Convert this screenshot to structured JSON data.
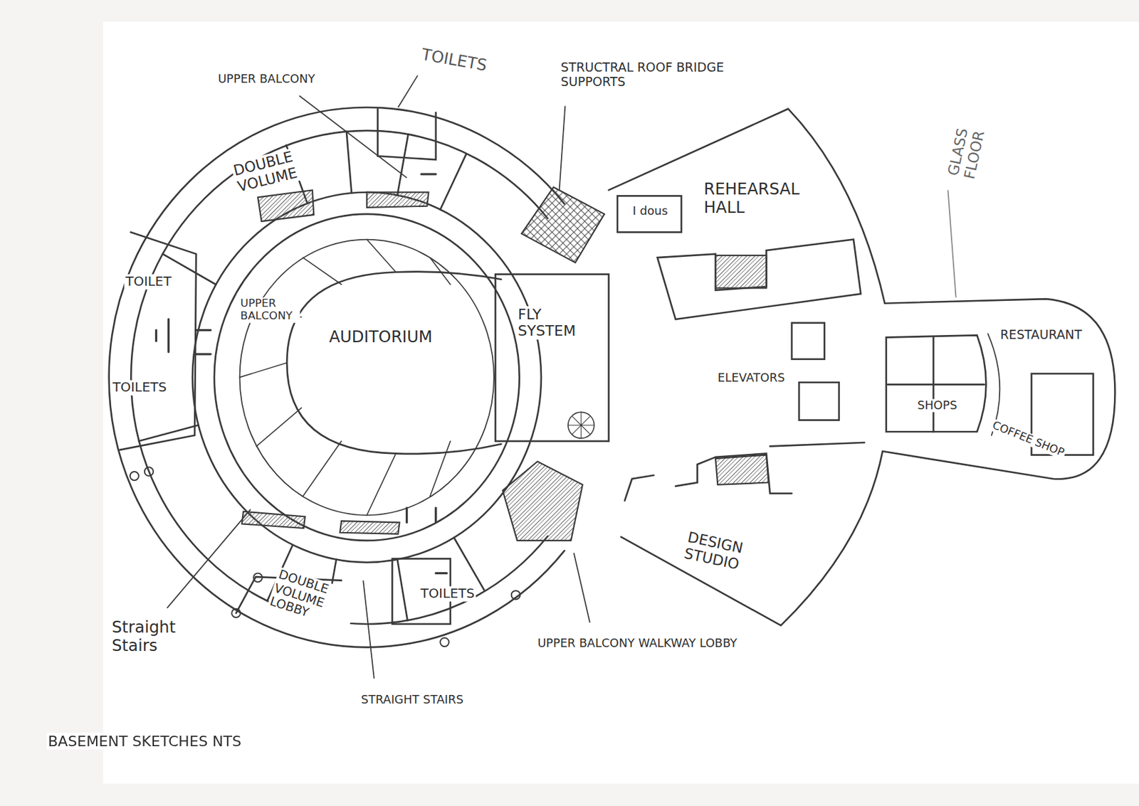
{
  "diagram": {
    "caption": "BASEMENT SKETCHES NTS",
    "nodes": [
      {
        "text": [
          "DOUBLE VOLUME"
        ]
      },
      {
        "text": [
          "I dous"
        ]
      },
      {
        "text": [
          "REHEARSAL HALL"
        ]
      },
      {
        "text": [
          "TOILET"
        ]
      },
      {
        "text": [
          "UPPER BALCONY"
        ]
      },
      {
        "text": [
          "AUDITORIUM"
        ]
      },
      {
        "text": [
          "FLY SYSTEM"
        ]
      },
      {
        "text": [
          "RESTAURANT"
        ]
      },
      {
        "text": [
          "SHOPS"
        ]
      },
      {
        "text": [
          "TOILETS"
        ]
      },
      {
        "text": [
          "COFFEE SHOP"
        ]
      },
      {
        "text": [
          "DESIGN STUDIO"
        ]
      },
      {
        "text": [
          "DOUBLE VOLUME LOBBY"
        ]
      },
      {
        "text": [
          "TOILETS"
        ]
      }
    ],
    "labels": [
      "UPPER BALCONY",
      "TOILETS",
      "STRUCTRAL ROOF BRIDGE SUPPORTS",
      "GLASS FLOOR",
      "ELEVATORS",
      "Straight Stairs",
      "UPPER BALCONY WALKWAY LOBBY",
      "STRAIGHT STAIRS"
    ]
  }
}
